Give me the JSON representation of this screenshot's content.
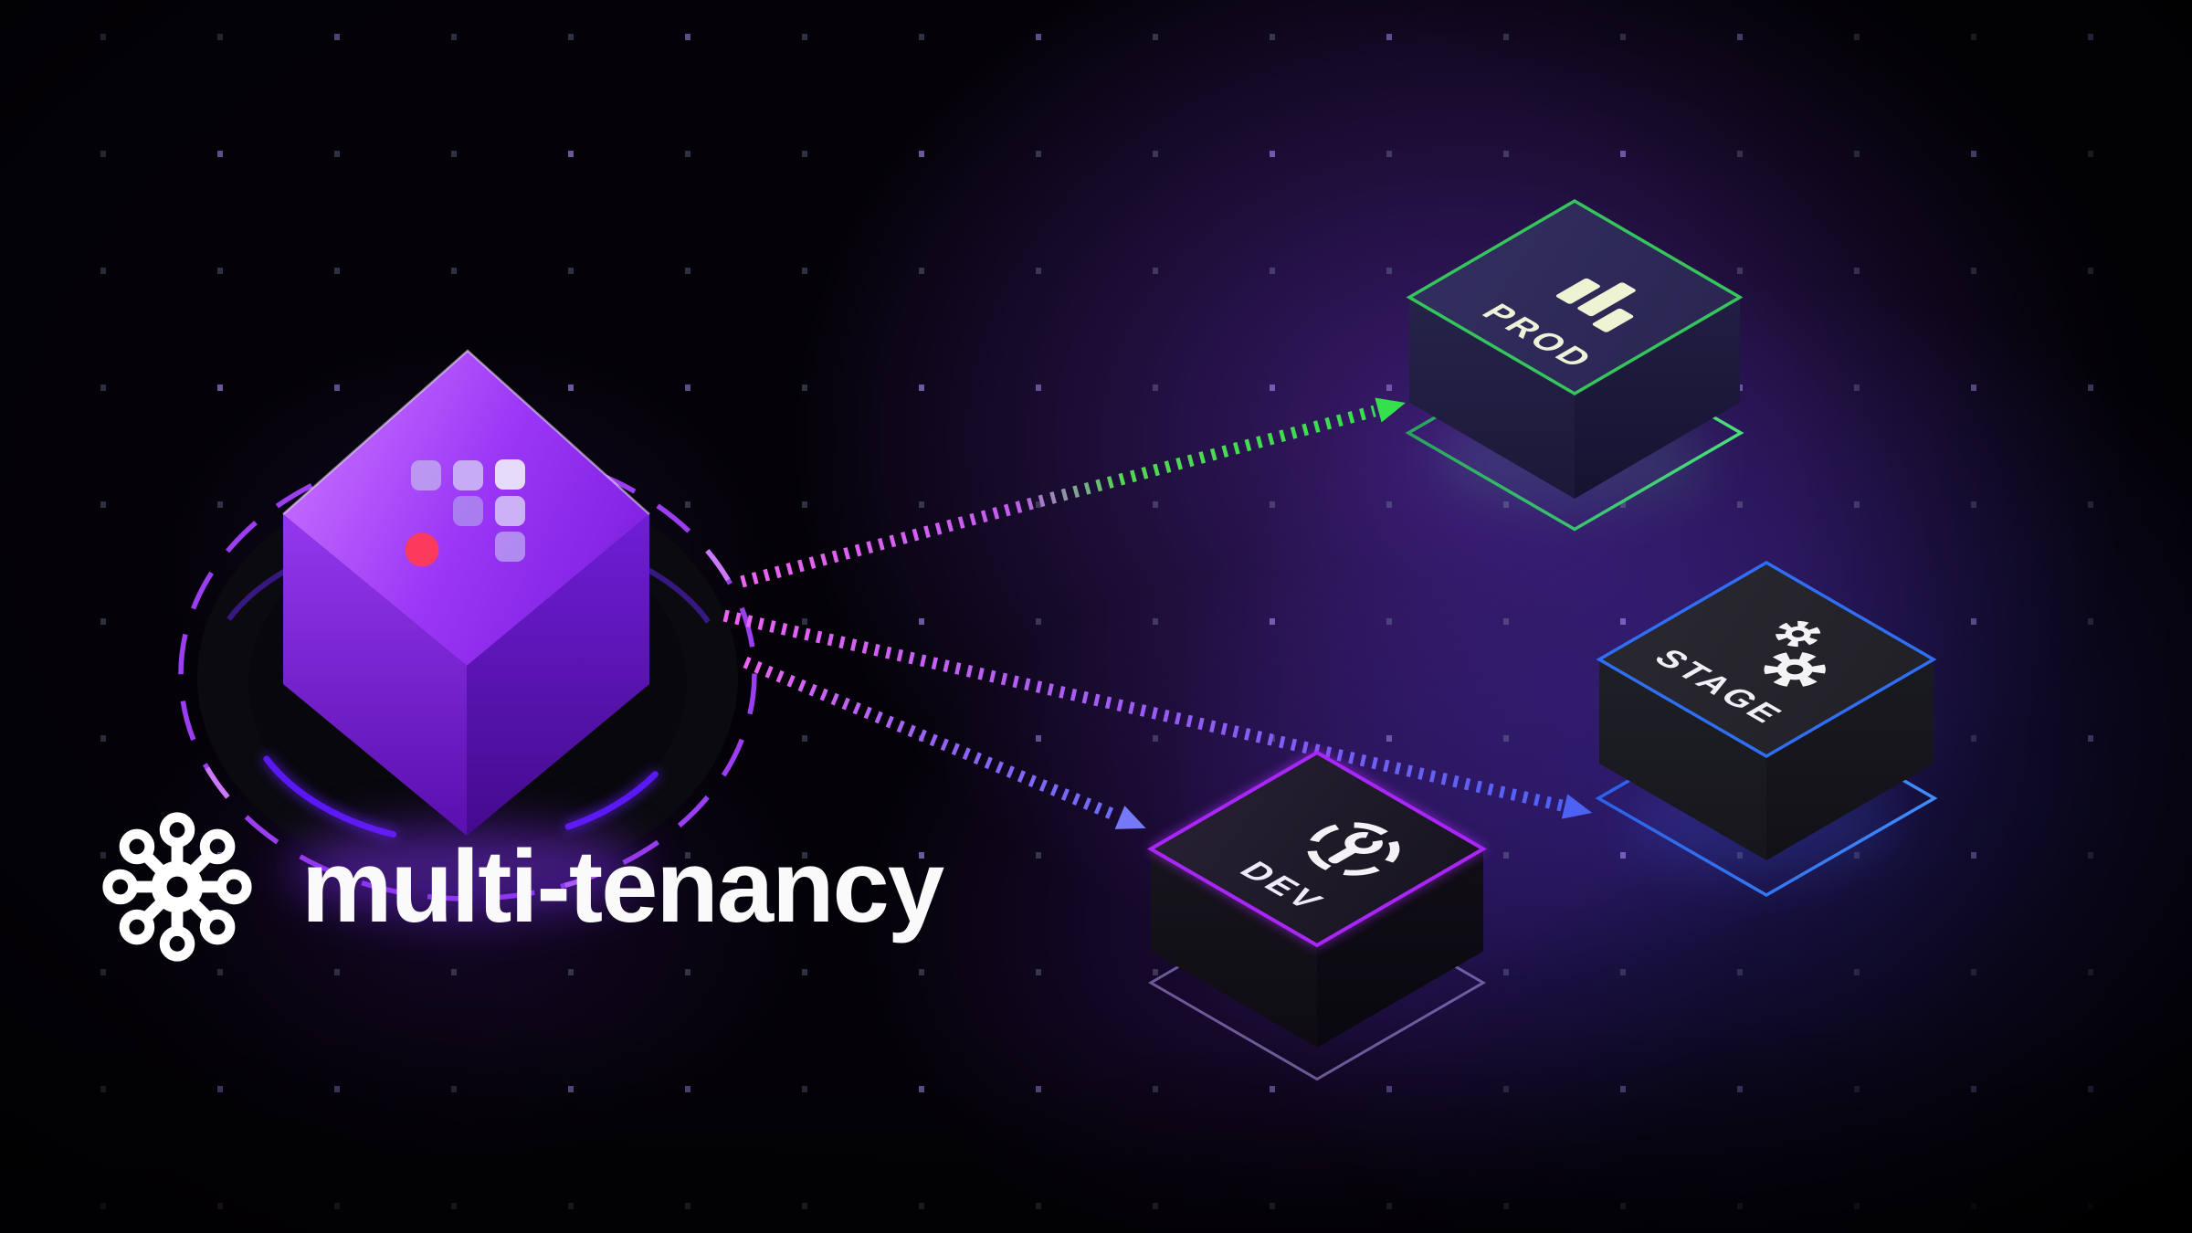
{
  "title": {
    "label": "multi-tenancy"
  },
  "logo": {
    "icon": "hub-spoke-icon",
    "color": "#ffffff"
  },
  "hub": {
    "icon": "app-grid-icon",
    "accent": "#9b36f6",
    "status_dot_color": "#fb3a5e",
    "ring_color": "#9b3df0",
    "arc_color": "#5a18f5"
  },
  "environments": [
    {
      "label": "PROD",
      "icon": "bar-chart-icon",
      "accent": "#36c55c",
      "label_color": "#edf3d8"
    },
    {
      "label": "STAGE",
      "icon": "gears-icon",
      "accent": "#2f6ef5",
      "label_color": "#eef0f6"
    },
    {
      "label": "DEV",
      "icon": "wrench-icon",
      "accent": "#a826f7",
      "label_color": "#f0e9f9"
    }
  ],
  "connections": [
    {
      "to": "PROD",
      "style": "dotted-arrow",
      "color_start": "#ee63f2",
      "color_end": "#35e04e"
    },
    {
      "to": "STAGE",
      "style": "dotted-arrow",
      "color_start": "#ee63f2",
      "color_end": "#4d62f5"
    },
    {
      "to": "DEV",
      "style": "dotted-arrow",
      "color_start": "#ee63f2",
      "color_end": "#6c6cf7"
    }
  ]
}
